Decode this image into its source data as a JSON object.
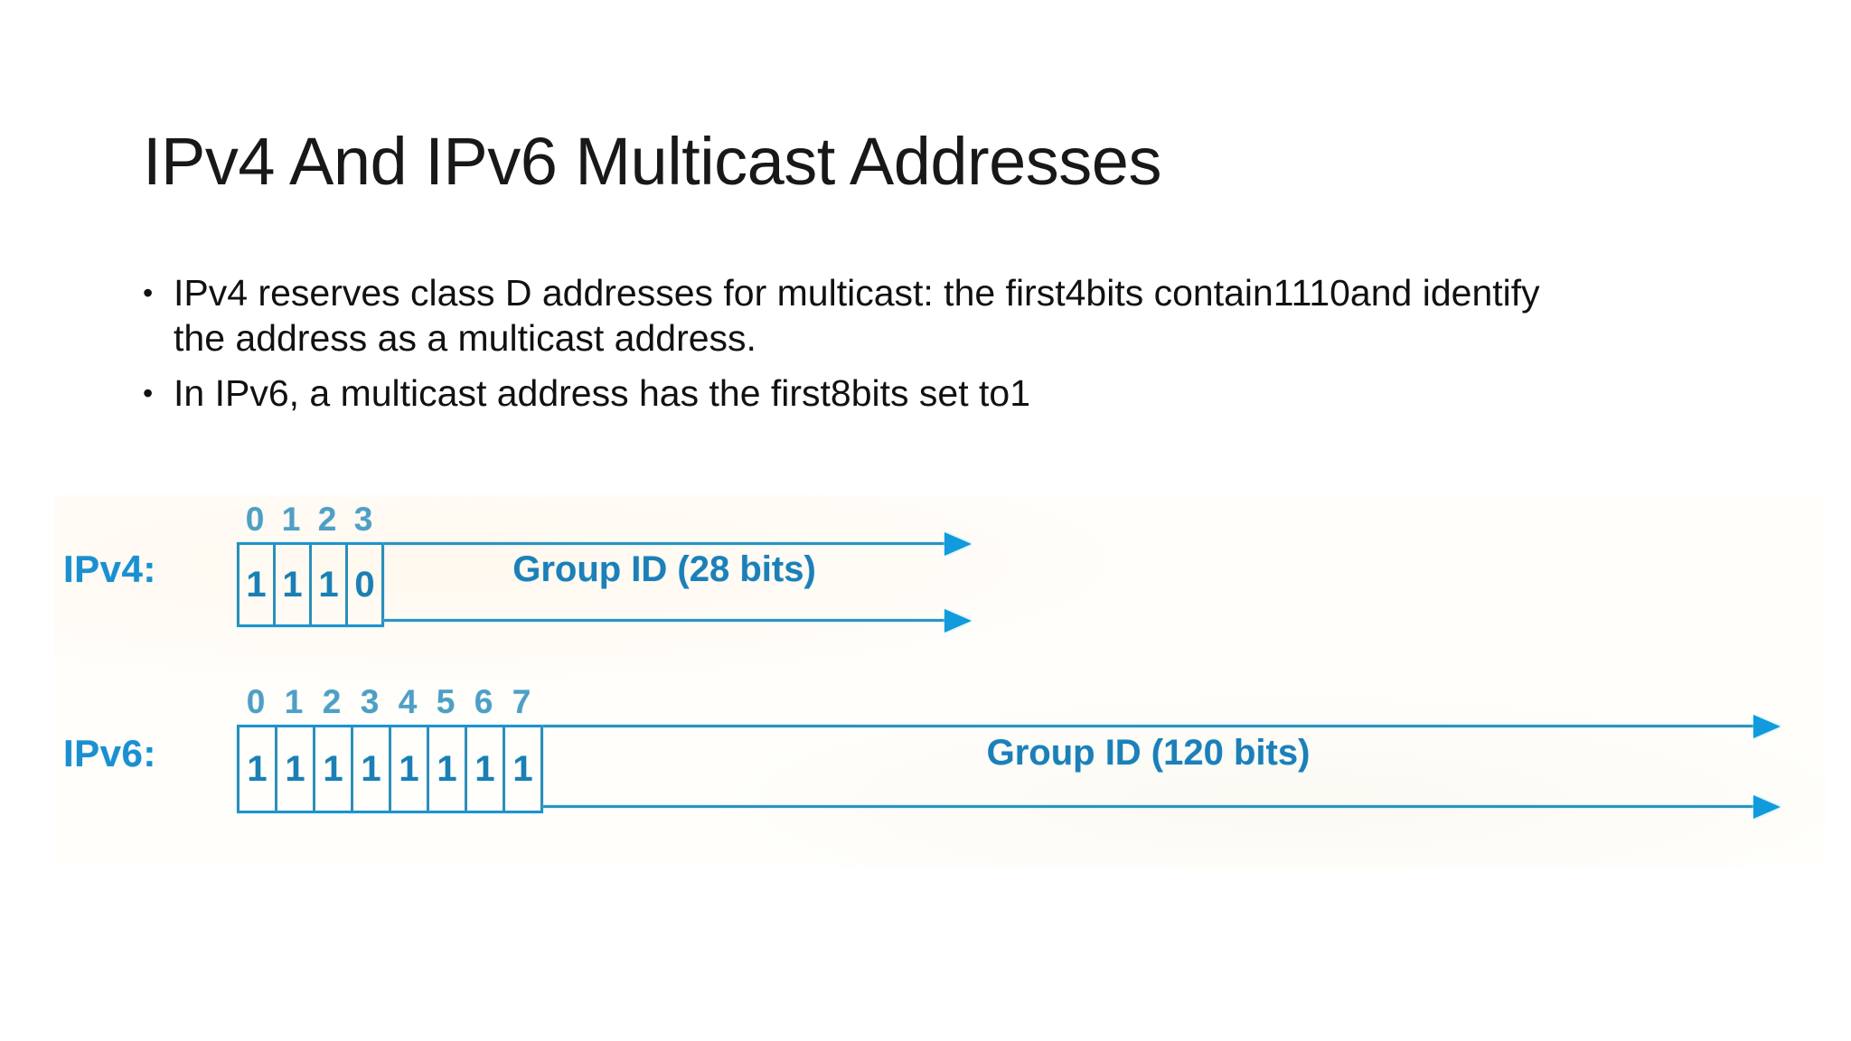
{
  "slide": {
    "title": "IPv4 And IPv6 Multicast Addresses",
    "bullet_char": "•",
    "bullets": [
      "IPv4 reserves class D addresses for multicast: the first4bits contain1110and identify the address as a multicast address.",
      "In IPv6, a multicast address has the first8bits set to1"
    ]
  },
  "figure": {
    "rows": [
      {
        "label": "IPv4:",
        "bit_indices": [
          "0",
          "1",
          "2",
          "3"
        ],
        "bits": [
          "1",
          "1",
          "1",
          "0"
        ],
        "group_label": "Group ID (28 bits)"
      },
      {
        "label": "IPv6:",
        "bit_indices": [
          "0",
          "1",
          "2",
          "3",
          "4",
          "5",
          "6",
          "7"
        ],
        "bits": [
          "1",
          "1",
          "1",
          "1",
          "1",
          "1",
          "1",
          "1"
        ],
        "group_label": "Group ID (120 bits)"
      }
    ]
  },
  "colors": {
    "title_text": "#18181a",
    "body_text": "#111111",
    "diagram_line": "#2e93bd",
    "diagram_label": "#1b8fd0",
    "diagram_bit": "#1c7fb4",
    "diagram_index": "#4f9fc4",
    "arrow": "#119bdd",
    "background": "#ffffff"
  }
}
